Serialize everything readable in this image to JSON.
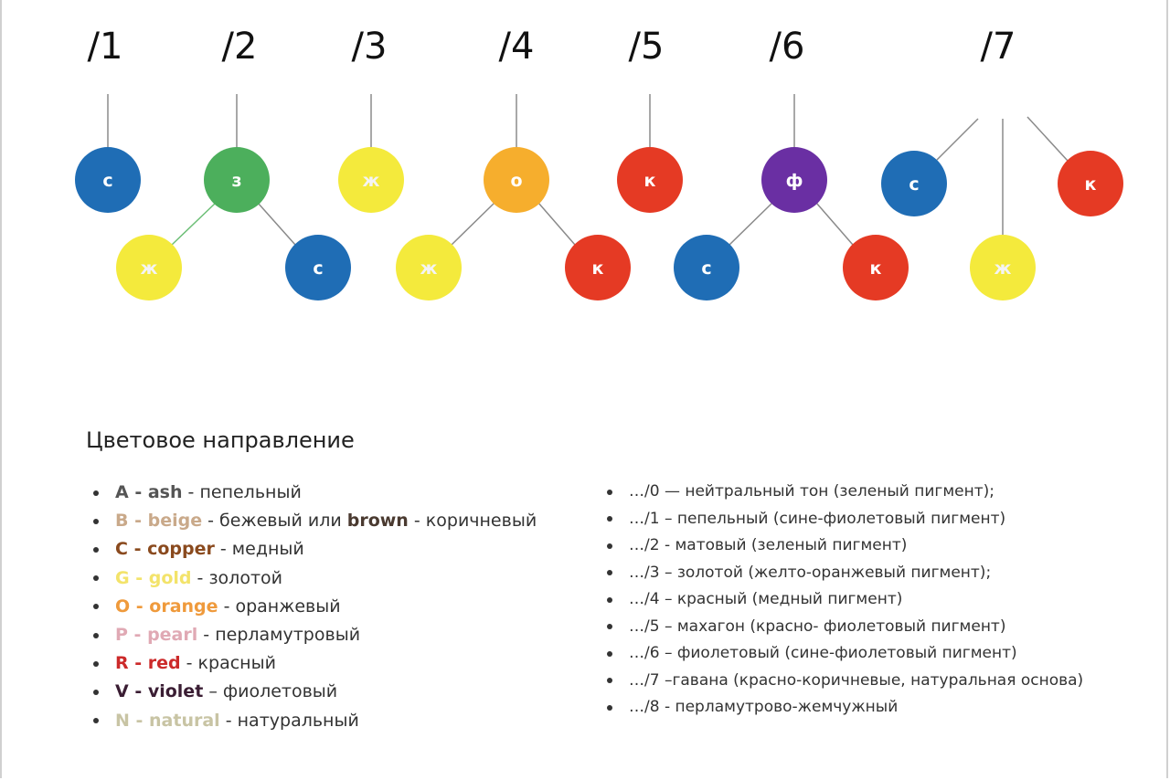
{
  "diagram": {
    "labels": [
      "/1",
      "/2",
      "/3",
      "/4",
      "/5",
      "/6",
      "/7"
    ],
    "colors": {
      "blue": "#1f6db5",
      "green": "#4caf5c",
      "yellow": "#f4ea3c",
      "orange": "#f6ae2d",
      "red": "#e53a24",
      "purple": "#6a2fa3"
    },
    "groups": [
      {
        "label": "/1",
        "nodes": [
          {
            "letter": "с",
            "color": "blue"
          }
        ]
      },
      {
        "label": "/2",
        "nodes": [
          {
            "letter": "з",
            "color": "green"
          },
          {
            "letter": "ж",
            "color": "yellow"
          },
          {
            "letter": "с",
            "color": "blue"
          }
        ]
      },
      {
        "label": "/3",
        "nodes": [
          {
            "letter": "ж",
            "color": "yellow"
          }
        ]
      },
      {
        "label": "/4",
        "nodes": [
          {
            "letter": "о",
            "color": "orange"
          },
          {
            "letter": "ж",
            "color": "yellow"
          },
          {
            "letter": "к",
            "color": "red"
          }
        ]
      },
      {
        "label": "/5",
        "nodes": [
          {
            "letter": "к",
            "color": "red"
          }
        ]
      },
      {
        "label": "/6",
        "nodes": [
          {
            "letter": "ф",
            "color": "purple"
          },
          {
            "letter": "с",
            "color": "blue"
          },
          {
            "letter": "к",
            "color": "red"
          }
        ]
      },
      {
        "label": "/7",
        "nodes": [
          {
            "letter": "с",
            "color": "blue"
          },
          {
            "letter": "ж",
            "color": "yellow"
          },
          {
            "letter": "к",
            "color": "red"
          }
        ]
      }
    ]
  },
  "section_title": "Цветовое направление",
  "left_list": [
    {
      "code": "A",
      "sep": " - ",
      "name": "ash",
      "color": "#555555",
      "desc": " - пепельный"
    },
    {
      "code": "B",
      "sep": " - ",
      "name": "beige",
      "color": "#c9a98a",
      "desc": " - бежевый или ",
      "extra": "brown",
      "extra_color": "#4a3a30",
      "desc2": " - коричневый"
    },
    {
      "code": "C",
      "sep": " - ",
      "name": "copper",
      "color": "#8a4a1e",
      "desc": " - медный"
    },
    {
      "code": "G",
      "sep": " - ",
      "name": "gold",
      "color": "#f3e36a",
      "desc": " - золотой"
    },
    {
      "code": "O",
      "sep": " - ",
      "name": "orange",
      "color": "#ef9a3c",
      "desc": " - оранжевый"
    },
    {
      "code": "P",
      "sep": " - ",
      "name": "pearl",
      "color": "#e0a9b4",
      "desc": " - перламутровый"
    },
    {
      "code": "R",
      "sep": " - ",
      "name": "red",
      "color": "#cc2a2a",
      "desc": " - красный"
    },
    {
      "code": "V",
      "sep": " - ",
      "name": "violet",
      "color": "#3a1d33",
      "desc": " – фиолетовый"
    },
    {
      "code": "N",
      "sep": " - ",
      "name": "natural",
      "color": "#c8c4a4",
      "desc": " - натуральный"
    }
  ],
  "right_list": [
    "…/0 — нейтральный тон (зеленый пигмент);",
    "…/1 – пепельный (сине-фиолетовый пигмент)",
    " …/2 - матовый (зеленый пигмент)",
    "…/3 – золотой (желто-оранжевый пигмент);",
    "…/4 – красный (медный пигмент)",
    "…/5 – махагон (красно- фиолетовый пигмент)",
    "…/6 – фиолетовый (сине-фиолетовый пигмент)",
    "…/7 –гавана (красно-коричневые, натуральная основа)",
    "…/8 - перламутрово-жемчужный"
  ]
}
